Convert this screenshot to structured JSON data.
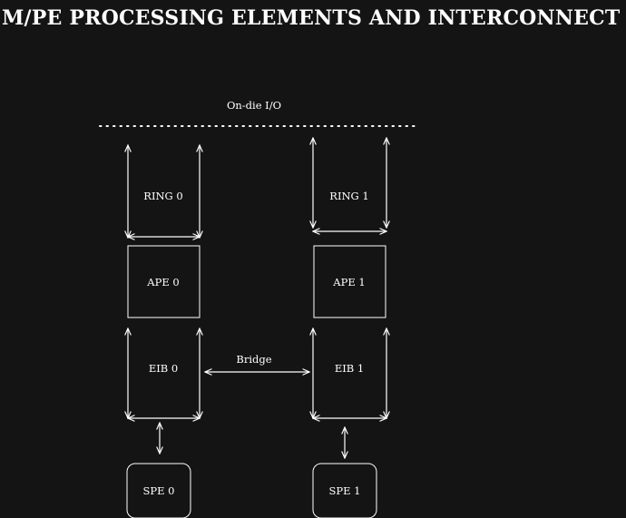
{
  "title": "M/PE PROCESSING ELEMENTS AND INTERCONNECT",
  "io_label": "On-die I/O",
  "bridge_label": "Bridge",
  "colors": {
    "background": "#141414",
    "foreground": "#ffffff"
  },
  "blocks": {
    "ring0": "RING 0",
    "ring1": "RING 1",
    "ape0": "APE 0",
    "ape1": "APE 1",
    "eib0": "EIB 0",
    "eib1": "EIB 1",
    "spe0": "SPE 0",
    "spe1": "SPE 1"
  }
}
